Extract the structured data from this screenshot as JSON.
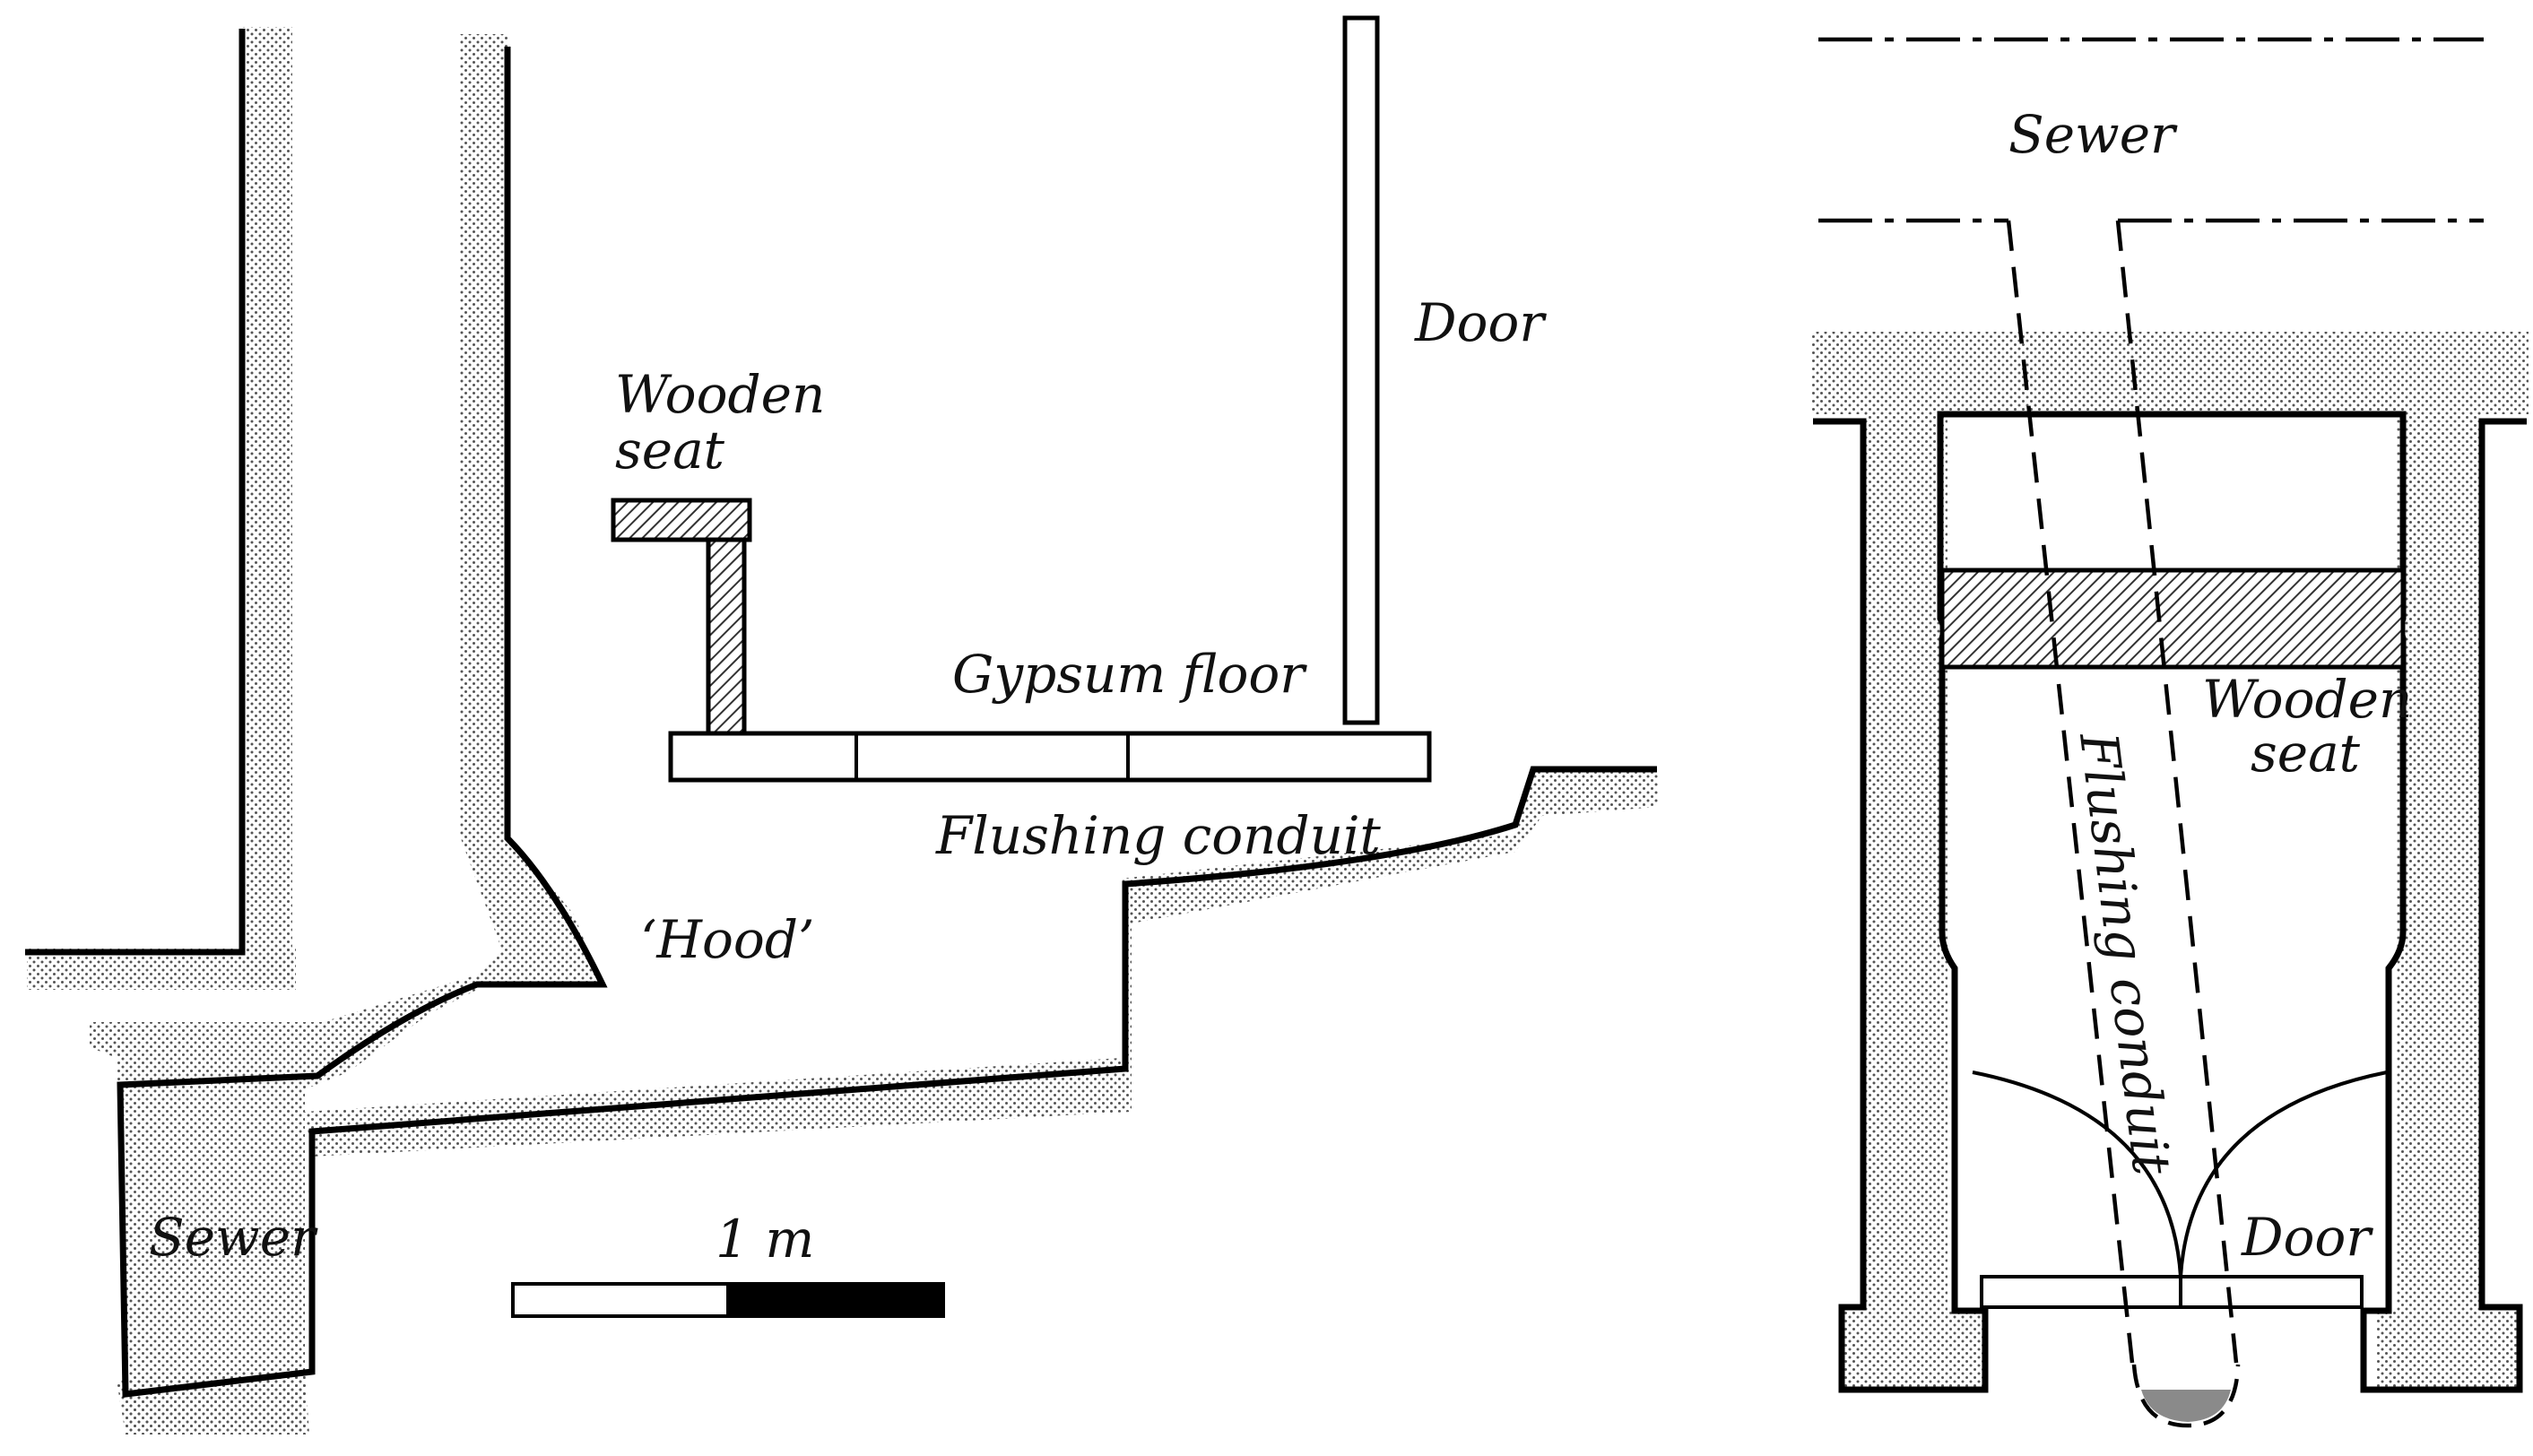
{
  "section_view": {
    "labels": {
      "wooden_seat_line1": "Wooden",
      "wooden_seat_line2": "seat",
      "door": "Door",
      "gypsum_floor": "Gypsum floor",
      "flushing_conduit": "Flushing conduit",
      "hood": "‘Hood’",
      "sewer": "Sewer"
    },
    "scale_bar": {
      "label": "1 m"
    }
  },
  "plan_view": {
    "labels": {
      "sewer": "Sewer",
      "wooden_seat_line1": "Wooden",
      "wooden_seat_line2": "seat",
      "flushing_conduit": "Flushing conduit",
      "door": "Door"
    }
  },
  "colors": {
    "ink": "#000000",
    "stipple": "#6a6a6a",
    "hatch": "#333333",
    "water": "#8a8a8a",
    "background": "#ffffff"
  }
}
